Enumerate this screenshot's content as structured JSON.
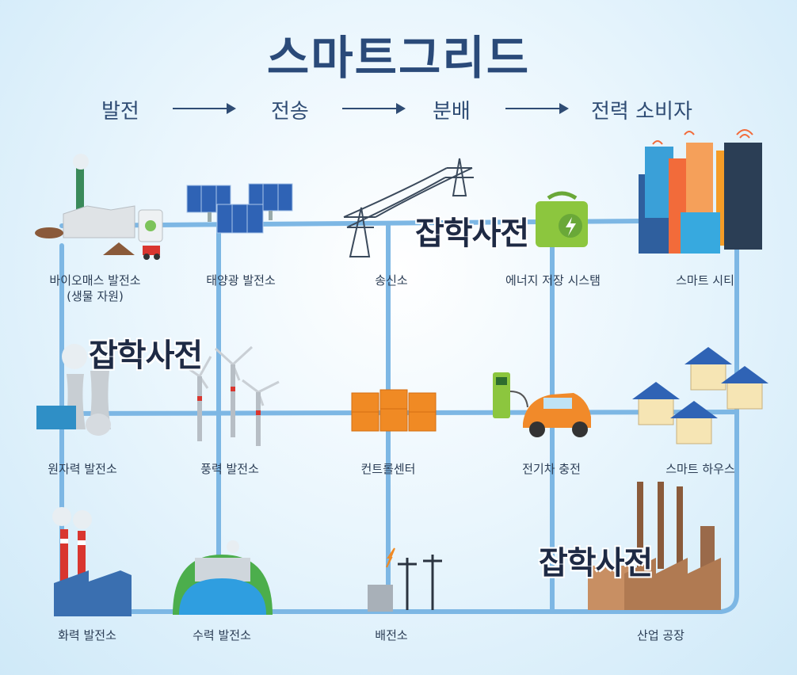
{
  "title": "스마트그리드",
  "flow": [
    "발전",
    "전송",
    "분배",
    "전력 소비자"
  ],
  "watermark": "잡학사전",
  "nodes": {
    "biomass": [
      "바이오매스 발전소",
      "(생물 자원)"
    ],
    "solar": "태양광 발전소",
    "transmission": "송신소",
    "storage": "에너지 저장 시스탬",
    "smart_city": "스마트 시티",
    "nuclear": "원자력 발전소",
    "wind": "풍력 발전소",
    "control": "컨트롤센터",
    "ev": "전기차 충전",
    "smart_house": "스마트 하우스",
    "thermal": "화력 발전소",
    "hydro": "수력 발전소",
    "substation": "배전소",
    "factory": "산업 공장"
  },
  "colors": {
    "grid_line": "#7db7e4",
    "title": "#2a4a79",
    "text": "#2b3d55"
  }
}
